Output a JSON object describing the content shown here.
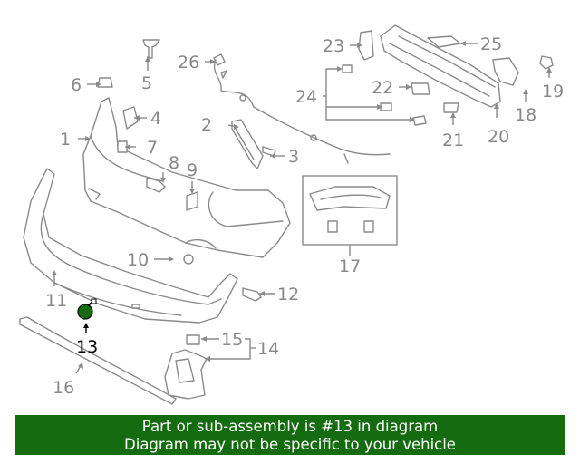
{
  "diagram": {
    "callouts": [
      "1",
      "2",
      "3",
      "4",
      "5",
      "6",
      "7",
      "8",
      "9",
      "10",
      "11",
      "12",
      "13",
      "14",
      "15",
      "16",
      "17",
      "18",
      "19",
      "20",
      "21",
      "22",
      "23",
      "24",
      "25",
      "26"
    ],
    "highlighted_part": "13",
    "highlight_color": "#156b0f"
  },
  "banner": {
    "line1": "Part or sub-assembly is #13 in diagram",
    "line2": "Diagram may not be specific to your vehicle",
    "background": "#156b0f"
  }
}
